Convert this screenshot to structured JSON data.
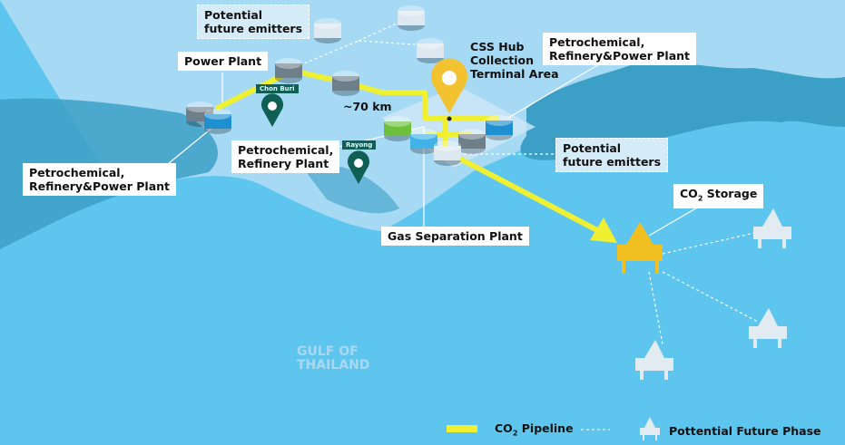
{
  "labels": {
    "potential_top": [
      "Potential",
      "future emitters"
    ],
    "power_plant": "Power Plant",
    "chon_buri": "Chon Buri",
    "rayong": "Rayong",
    "distance": "~70 km",
    "css_hub": [
      "CSS Hub",
      "Collection",
      "Terminal Area"
    ],
    "petro_right": [
      "Petrochemical,",
      "Refinery&Power Plant"
    ],
    "petro_mid": [
      "Petrochemical,",
      "Refinery Plant"
    ],
    "petro_left": [
      "Petrochemical,",
      "Refinery&Power Plant"
    ],
    "potential_right": [
      "Potential",
      "future emitters"
    ],
    "gas_sep": "Gas Separation Plant",
    "co2_storage": {
      "prefix": "CO",
      "sub": "2",
      "suffix": " Storage"
    },
    "gulf": [
      "GULF OF",
      "THAILAND"
    ]
  },
  "legend": {
    "pipeline": {
      "prefix": "CO",
      "sub": "2",
      "suffix": " Pipeline"
    },
    "future": "Pottential Future Phase"
  },
  "colors": {
    "pipeline": "#f0f032",
    "sea": "#5ec6ee",
    "land": "#a6d9f4",
    "channel": "#3c9fc6",
    "pin": "#f2c230",
    "city": "#0f5f55"
  }
}
